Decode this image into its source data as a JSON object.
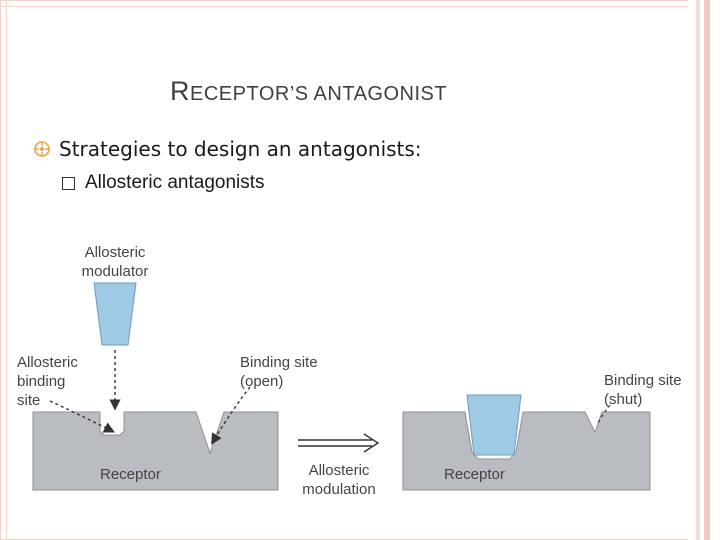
{
  "slide": {
    "title_cap_r": "R",
    "title_rest": "ECEPTOR’S ANTAGONIST",
    "bullet": "Strategies to design an antagonists:",
    "sub_bullet": "Allosteric antagonists"
  },
  "figure": {
    "modulator_label_1": "Allosteric",
    "modulator_label_2": "modulator",
    "allosteric_site_label_1": "Allosteric",
    "allosteric_site_label_2": "binding",
    "allosteric_site_label_3": "site",
    "binding_open_label_1": "Binding site",
    "binding_open_label_2": "(open)",
    "binding_shut_label_1": "Binding site",
    "binding_shut_label_2": "(shut)",
    "receptor_left": "Receptor",
    "receptor_right": "Receptor",
    "modulation_label_1": "Allosteric",
    "modulation_label_2": "modulation"
  },
  "colors": {
    "receptor": "#b9bcc1",
    "modulator": "#9ecae6",
    "frame_accent": "#f2c9bb",
    "bullet_icon": "#e8a33b"
  }
}
